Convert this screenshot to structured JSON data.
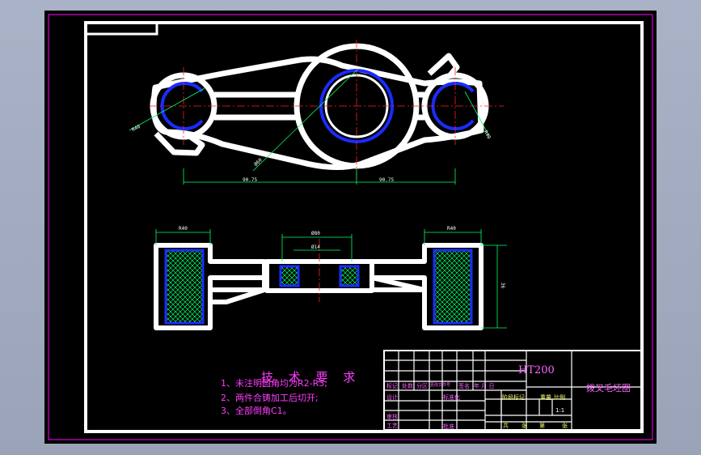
{
  "notes": {
    "title": "技 术 要 求",
    "items": [
      "1、未注明圆角均为R2-R3;",
      "2、两件合铸加工后切开;",
      "3、全部倒角C1。"
    ]
  },
  "title_block": {
    "material": "HT200",
    "drawing_name": "拨叉毛坯图",
    "scale": "1:1",
    "headers": [
      "标记",
      "处数",
      "分区",
      "更改文件号",
      "签名",
      "年 月 日"
    ],
    "row_labels": [
      "设计",
      "审核",
      "工艺"
    ],
    "mid_labels": [
      "标准化",
      "批准"
    ],
    "mid_labels2": [
      "阶段标记",
      "重量",
      "比例"
    ],
    "footer": [
      "共",
      "张",
      "第",
      "张"
    ]
  },
  "dimensions": {
    "top_left_span": "90.75",
    "top_right_span": "90.75",
    "d_left": "R40",
    "d_right": "R40",
    "d_center": "Ø60",
    "w_left": "R40",
    "w_right": "R40",
    "w_center1": "Ø80",
    "w_center2": "Ø14",
    "height": "36"
  }
}
